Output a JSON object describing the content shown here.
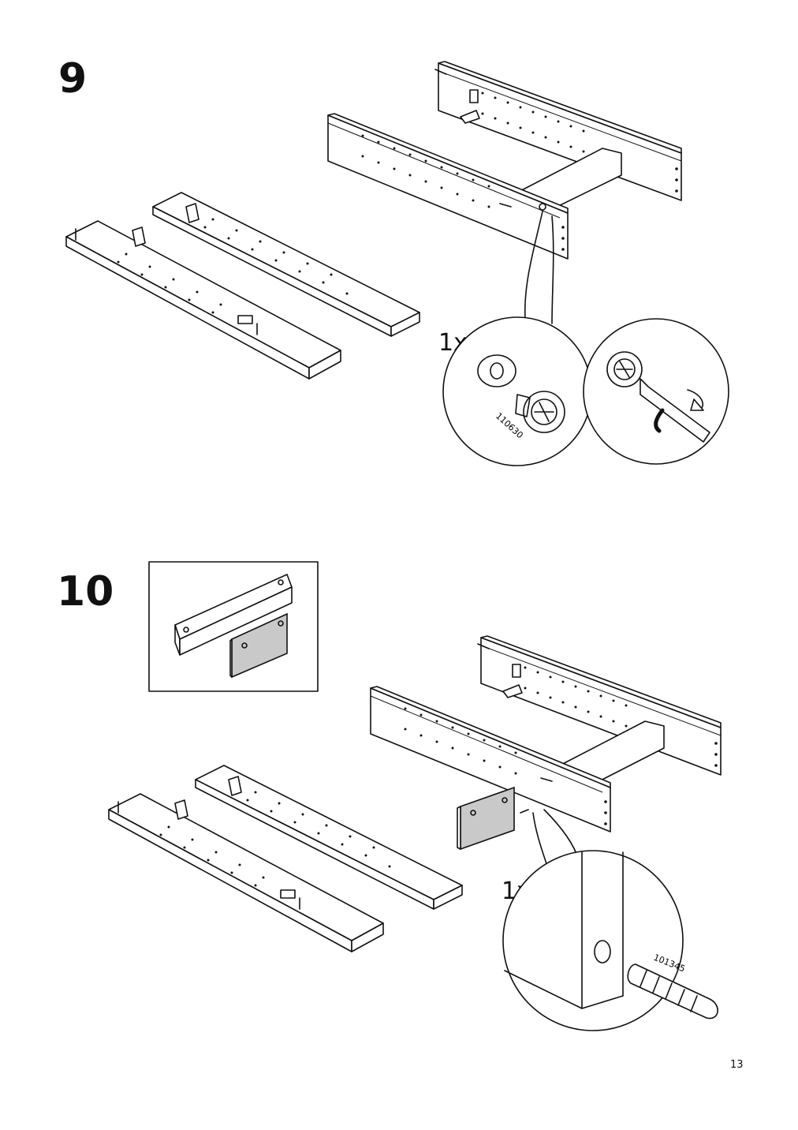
{
  "steps": [
    {
      "number": "9",
      "quantity": "1x",
      "part_number": "110630"
    },
    {
      "number": "10",
      "quantity": "1x",
      "part_number": "101345"
    }
  ],
  "page_number": "13",
  "icons": [
    "cam-lock-fitting",
    "screwdriver-turn-icon",
    "wooden-dowel-icon"
  ]
}
